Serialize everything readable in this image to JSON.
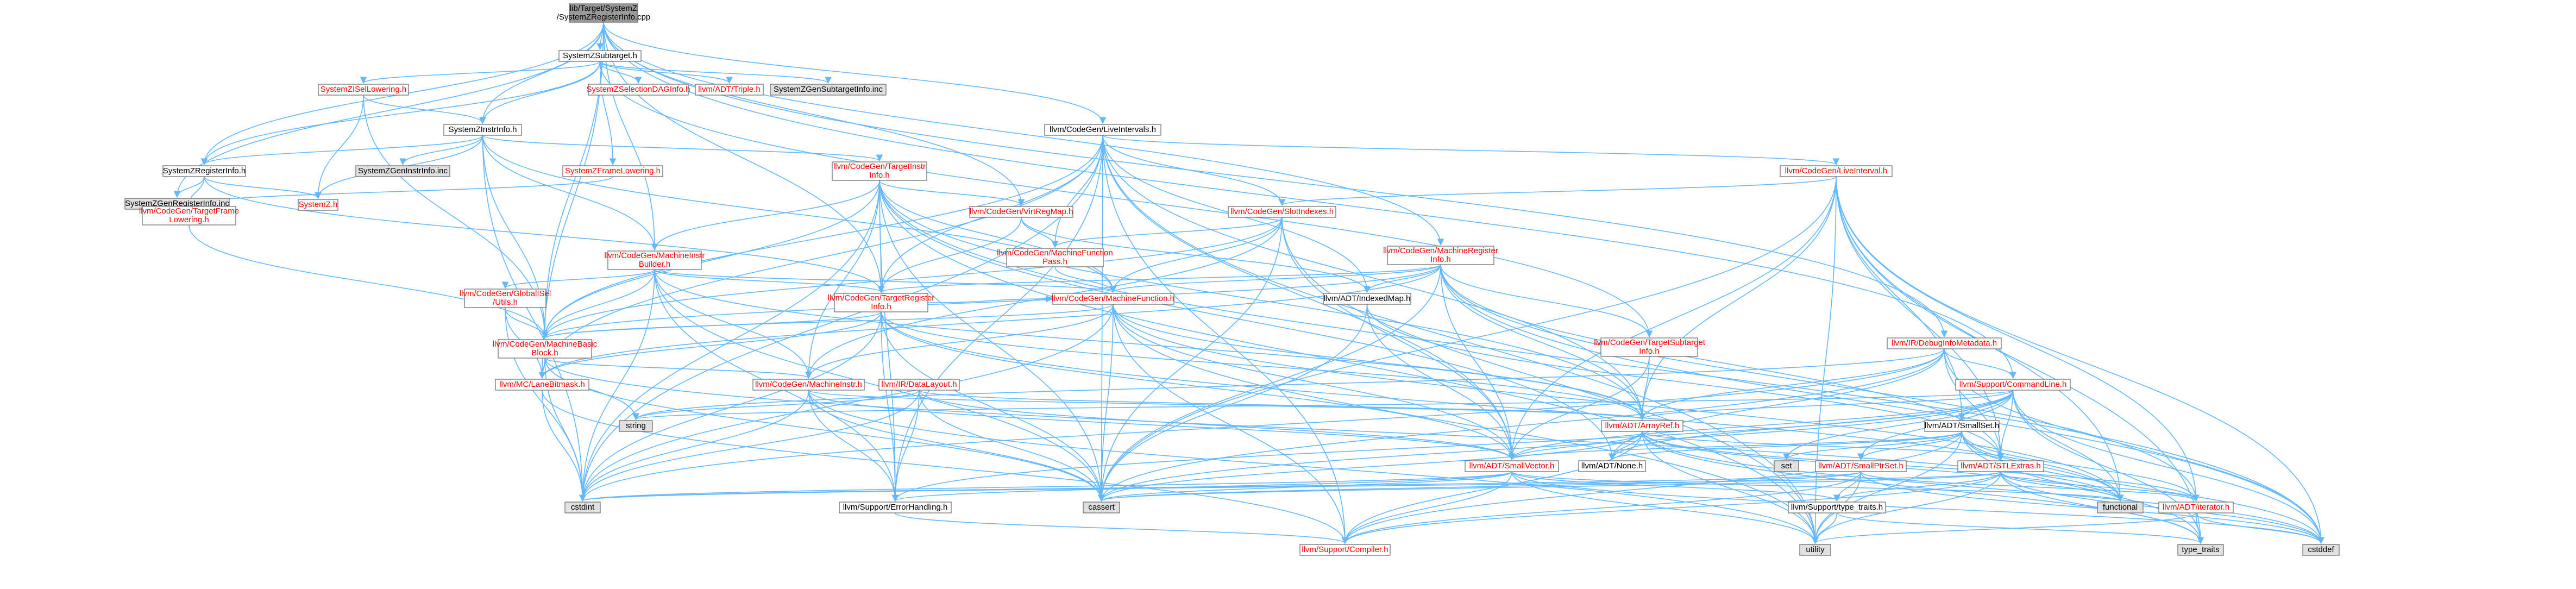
{
  "colors": {
    "edge": "#63b8ff",
    "root_fill": "#999999",
    "node_fill": "#ffffff",
    "grey_fill": "#e0e0e0",
    "red_text": "#ff0000",
    "black_text": "#000000"
  },
  "nodes": [
    {
      "id": "root",
      "lines": [
        "lib/Target/SystemZ",
        "/SystemZRegisterInfo.cpp"
      ],
      "style": "root"
    },
    {
      "id": "subtarget",
      "lines": [
        "SystemZSubtarget.h"
      ],
      "style": "black"
    },
    {
      "id": "isellowering",
      "lines": [
        "SystemZISelLowering.h"
      ],
      "style": "red"
    },
    {
      "id": "selectiondag",
      "lines": [
        "SystemZSelectionDAGInfo.h"
      ],
      "style": "red"
    },
    {
      "id": "triple",
      "lines": [
        "llvm/ADT/Triple.h"
      ],
      "style": "red"
    },
    {
      "id": "gensubtarget",
      "lines": [
        "SystemZGenSubtargetInfo.inc"
      ],
      "style": "grey"
    },
    {
      "id": "instrinfo",
      "lines": [
        "SystemZInstrInfo.h"
      ],
      "style": "black"
    },
    {
      "id": "liveintervals",
      "lines": [
        "llvm/CodeGen/LiveIntervals.h"
      ],
      "style": "black"
    },
    {
      "id": "reginfo",
      "lines": [
        "SystemZRegisterInfo.h"
      ],
      "style": "black"
    },
    {
      "id": "geninstrinfo",
      "lines": [
        "SystemZGenInstrInfo.inc"
      ],
      "style": "grey"
    },
    {
      "id": "framelowering",
      "lines": [
        "SystemZFrameLowering.h"
      ],
      "style": "red"
    },
    {
      "id": "targetinstrinfo",
      "lines": [
        "llvm/CodeGen/TargetInstr",
        "Info.h"
      ],
      "style": "red"
    },
    {
      "id": "liveinterval",
      "lines": [
        "llvm/CodeGen/LiveInterval.h"
      ],
      "style": "red"
    },
    {
      "id": "genreginfo",
      "lines": [
        "SystemZGenRegisterInfo.inc"
      ],
      "style": "grey"
    },
    {
      "id": "targetframe",
      "lines": [
        "llvm/CodeGen/TargetFrame",
        "Lowering.h"
      ],
      "style": "red"
    },
    {
      "id": "systemz",
      "lines": [
        "SystemZ.h"
      ],
      "style": "red"
    },
    {
      "id": "virtregmap",
      "lines": [
        "llvm/CodeGen/VirtRegMap.h"
      ],
      "style": "red"
    },
    {
      "id": "slotindexes",
      "lines": [
        "llvm/CodeGen/SlotIndexes.h"
      ],
      "style": "red"
    },
    {
      "id": "mibuilder",
      "lines": [
        "llvm/CodeGen/MachineInstr",
        "Builder.h"
      ],
      "style": "red"
    },
    {
      "id": "mfpass",
      "lines": [
        "llvm/CodeGen/MachineFunction",
        "Pass.h"
      ],
      "style": "red"
    },
    {
      "id": "mri",
      "lines": [
        "llvm/CodeGen/MachineRegister",
        "Info.h"
      ],
      "style": "red"
    },
    {
      "id": "globalisel",
      "lines": [
        "llvm/CodeGen/GlobalISel",
        "/Utils.h"
      ],
      "style": "red"
    },
    {
      "id": "tri",
      "lines": [
        "llvm/CodeGen/TargetRegister",
        "Info.h"
      ],
      "style": "red"
    },
    {
      "id": "mf",
      "lines": [
        "llvm/CodeGen/MachineFunction.h"
      ],
      "style": "red"
    },
    {
      "id": "indexedmap",
      "lines": [
        "llvm/ADT/IndexedMap.h"
      ],
      "style": "black"
    },
    {
      "id": "tsi",
      "lines": [
        "llvm/CodeGen/TargetSubtarget",
        "Info.h"
      ],
      "style": "red"
    },
    {
      "id": "debuginfo",
      "lines": [
        "llvm/IR/DebugInfoMetadata.h"
      ],
      "style": "red"
    },
    {
      "id": "mbb",
      "lines": [
        "llvm/CodeGen/MachineBasic",
        "Block.h"
      ],
      "style": "red"
    },
    {
      "id": "minstr",
      "lines": [
        "llvm/CodeGen/MachineInstr.h"
      ],
      "style": "red"
    },
    {
      "id": "datalayout",
      "lines": [
        "llvm/IR/DataLayout.h"
      ],
      "style": "red"
    },
    {
      "id": "commandline",
      "lines": [
        "llvm/Support/CommandLine.h"
      ],
      "style": "red"
    },
    {
      "id": "lanebitmask",
      "lines": [
        "llvm/MC/LaneBitmask.h"
      ],
      "style": "red"
    },
    {
      "id": "string",
      "lines": [
        "string"
      ],
      "style": "grey"
    },
    {
      "id": "arrayref",
      "lines": [
        "llvm/ADT/ArrayRef.h"
      ],
      "style": "red"
    },
    {
      "id": "smallset",
      "lines": [
        "llvm/ADT/SmallSet.h"
      ],
      "style": "black"
    },
    {
      "id": "set",
      "lines": [
        "set"
      ],
      "style": "grey"
    },
    {
      "id": "smallvector",
      "lines": [
        "llvm/ADT/SmallVector.h"
      ],
      "style": "red"
    },
    {
      "id": "none",
      "lines": [
        "llvm/ADT/None.h"
      ],
      "style": "black"
    },
    {
      "id": "smallptrset",
      "lines": [
        "llvm/ADT/SmallPtrSet.h"
      ],
      "style": "red"
    },
    {
      "id": "stlextras",
      "lines": [
        "llvm/ADT/STLExtras.h"
      ],
      "style": "red"
    },
    {
      "id": "cstdint",
      "lines": [
        "cstdint"
      ],
      "style": "grey"
    },
    {
      "id": "errorhandling",
      "lines": [
        "llvm/Support/ErrorHandling.h"
      ],
      "style": "black"
    },
    {
      "id": "cassert",
      "lines": [
        "cassert"
      ],
      "style": "grey"
    },
    {
      "id": "typetraitsh",
      "lines": [
        "llvm/Support/type_traits.h"
      ],
      "style": "black"
    },
    {
      "id": "functional",
      "lines": [
        "functional"
      ],
      "style": "grey"
    },
    {
      "id": "iterator",
      "lines": [
        "llvm/ADT/iterator.h"
      ],
      "style": "red"
    },
    {
      "id": "compiler",
      "lines": [
        "llvm/Support/Compiler.h"
      ],
      "style": "red"
    },
    {
      "id": "utility",
      "lines": [
        "utility"
      ],
      "style": "grey"
    },
    {
      "id": "typetraits",
      "lines": [
        "type_traits"
      ],
      "style": "grey"
    },
    {
      "id": "cstddef",
      "lines": [
        "cstddef"
      ],
      "style": "grey"
    }
  ],
  "edges": [
    [
      "root",
      "subtarget"
    ],
    [
      "root",
      "instrinfo"
    ],
    [
      "root",
      "reginfo"
    ],
    [
      "root",
      "genreginfo"
    ],
    [
      "root",
      "liveintervals"
    ],
    [
      "root",
      "mibuilder"
    ],
    [
      "root",
      "virtregmap"
    ],
    [
      "root",
      "mri"
    ],
    [
      "root",
      "tri"
    ],
    [
      "root",
      "mbb"
    ],
    [
      "root",
      "lanebitmask"
    ],
    [
      "root",
      "debuginfo"
    ],
    [
      "root",
      "commandline"
    ],
    [
      "subtarget",
      "isellowering"
    ],
    [
      "subtarget",
      "selectiondag"
    ],
    [
      "subtarget",
      "triple"
    ],
    [
      "subtarget",
      "gensubtarget"
    ],
    [
      "subtarget",
      "instrinfo"
    ],
    [
      "subtarget",
      "framelowering"
    ],
    [
      "subtarget",
      "reginfo"
    ],
    [
      "subtarget",
      "tsi"
    ],
    [
      "isellowering",
      "instrinfo"
    ],
    [
      "isellowering",
      "systemz"
    ],
    [
      "isellowering",
      "mbb"
    ],
    [
      "instrinfo",
      "reginfo"
    ],
    [
      "instrinfo",
      "geninstrinfo"
    ],
    [
      "instrinfo",
      "systemz"
    ],
    [
      "instrinfo",
      "targetinstrinfo"
    ],
    [
      "instrinfo",
      "mibuilder"
    ],
    [
      "instrinfo",
      "mf"
    ],
    [
      "instrinfo",
      "mbb"
    ],
    [
      "instrinfo",
      "cstdint"
    ],
    [
      "reginfo",
      "systemz"
    ],
    [
      "reginfo",
      "genreginfo"
    ],
    [
      "reginfo",
      "targetframe"
    ],
    [
      "reginfo",
      "tri"
    ],
    [
      "framelowering",
      "targetframe"
    ],
    [
      "targetframe",
      "mbb"
    ],
    [
      "liveintervals",
      "liveinterval"
    ],
    [
      "liveintervals",
      "slotindexes"
    ],
    [
      "liveintervals",
      "mfpass"
    ],
    [
      "liveintervals",
      "indexedmap"
    ],
    [
      "liveintervals",
      "mbb"
    ],
    [
      "liveintervals",
      "tri"
    ],
    [
      "liveintervals",
      "lanebitmask"
    ],
    [
      "liveintervals",
      "arrayref"
    ],
    [
      "liveintervals",
      "smallvector"
    ],
    [
      "liveintervals",
      "errorhandling"
    ],
    [
      "liveintervals",
      "compiler"
    ],
    [
      "liveintervals",
      "cassert"
    ],
    [
      "liveintervals",
      "cstdint"
    ],
    [
      "liveintervals",
      "utility"
    ],
    [
      "liveinterval",
      "slotindexes"
    ],
    [
      "liveinterval",
      "smallvector"
    ],
    [
      "liveinterval",
      "stlextras"
    ],
    [
      "liveinterval",
      "iterator"
    ],
    [
      "liveinterval",
      "arrayref"
    ],
    [
      "liveinterval",
      "smallset"
    ],
    [
      "liveinterval",
      "cassert"
    ],
    [
      "liveinterval",
      "cstddef"
    ],
    [
      "liveinterval",
      "functional"
    ],
    [
      "liveinterval",
      "typetraits"
    ],
    [
      "liveinterval",
      "utility"
    ],
    [
      "targetinstrinfo",
      "mf"
    ],
    [
      "targetinstrinfo",
      "mbb"
    ],
    [
      "targetinstrinfo",
      "minstr"
    ],
    [
      "targetinstrinfo",
      "arrayref"
    ],
    [
      "targetinstrinfo",
      "none"
    ],
    [
      "targetinstrinfo",
      "errorhandling"
    ],
    [
      "targetinstrinfo",
      "cassert"
    ],
    [
      "targetinstrinfo",
      "cstddef"
    ],
    [
      "targetinstrinfo",
      "cstdint"
    ],
    [
      "targetinstrinfo",
      "utility"
    ],
    [
      "targetinstrinfo",
      "mibuilder"
    ],
    [
      "targetinstrinfo",
      "virtregmap"
    ],
    [
      "targetinstrinfo",
      "tri"
    ],
    [
      "virtregmap",
      "mfpass"
    ],
    [
      "virtregmap",
      "tri"
    ],
    [
      "virtregmap",
      "indexedmap"
    ],
    [
      "slotindexes",
      "mbb"
    ],
    [
      "slotindexes",
      "mf"
    ],
    [
      "slotindexes",
      "mfpass"
    ],
    [
      "slotindexes",
      "minstr"
    ],
    [
      "slotindexes",
      "smallvector"
    ],
    [
      "slotindexes",
      "cassert"
    ],
    [
      "slotindexes",
      "utility"
    ],
    [
      "mibuilder",
      "mf"
    ],
    [
      "mibuilder",
      "mbb"
    ],
    [
      "mibuilder",
      "minstr"
    ],
    [
      "mibuilder",
      "globalisel"
    ],
    [
      "mibuilder",
      "tri"
    ],
    [
      "mibuilder",
      "arrayref"
    ],
    [
      "mibuilder",
      "errorhandling"
    ],
    [
      "mibuilder",
      "cassert"
    ],
    [
      "mibuilder",
      "cstdint"
    ],
    [
      "mfpass",
      "mf"
    ],
    [
      "mri",
      "tri"
    ],
    [
      "mri",
      "tsi"
    ],
    [
      "mri",
      "mbb"
    ],
    [
      "mri",
      "mf"
    ],
    [
      "mri",
      "indexedmap"
    ],
    [
      "mri",
      "arrayref"
    ],
    [
      "mri",
      "smallvector"
    ],
    [
      "mri",
      "stlextras"
    ],
    [
      "mri",
      "lanebitmask"
    ],
    [
      "mri",
      "cassert"
    ],
    [
      "mri",
      "cstddef"
    ],
    [
      "mri",
      "iterator"
    ],
    [
      "tri",
      "mf"
    ],
    [
      "tri",
      "arrayref"
    ],
    [
      "tri",
      "smallvector"
    ],
    [
      "tri",
      "lanebitmask"
    ],
    [
      "tri",
      "errorhandling"
    ],
    [
      "tri",
      "cassert"
    ],
    [
      "tri",
      "cstdint"
    ],
    [
      "tri",
      "functional"
    ],
    [
      "tri",
      "mbb"
    ],
    [
      "mf",
      "mbb"
    ],
    [
      "mf",
      "minstr"
    ],
    [
      "mf",
      "arrayref"
    ],
    [
      "mf",
      "smallvector"
    ],
    [
      "mf",
      "cassert"
    ],
    [
      "mf",
      "cstdint"
    ],
    [
      "mf",
      "utility"
    ],
    [
      "mf",
      "compiler"
    ],
    [
      "mf",
      "functional"
    ],
    [
      "indexedmap",
      "smallvector"
    ],
    [
      "indexedmap",
      "stlextras"
    ],
    [
      "indexedmap",
      "cassert"
    ],
    [
      "tsi",
      "arrayref"
    ],
    [
      "tsi",
      "smallvector"
    ],
    [
      "tsi",
      "memory"
    ],
    [
      "globalisel",
      "mbb"
    ],
    [
      "globalisel",
      "lanebitmask"
    ],
    [
      "globalisel",
      "cstdint"
    ],
    [
      "debuginfo",
      "arrayref"
    ],
    [
      "debuginfo",
      "none"
    ],
    [
      "debuginfo",
      "stlextras"
    ],
    [
      "debuginfo",
      "commandline"
    ],
    [
      "debuginfo",
      "cassert"
    ],
    [
      "debuginfo",
      "cstddef"
    ],
    [
      "debuginfo",
      "cstdint"
    ],
    [
      "debuginfo",
      "string"
    ],
    [
      "mbb",
      "minstr"
    ],
    [
      "mbb",
      "lanebitmask"
    ],
    [
      "mbb",
      "string"
    ],
    [
      "mbb",
      "cassert"
    ],
    [
      "mbb",
      "cstdint"
    ],
    [
      "mbb",
      "functional"
    ],
    [
      "minstr",
      "arrayref"
    ],
    [
      "minstr",
      "smallvector"
    ],
    [
      "minstr",
      "errorhandling"
    ],
    [
      "minstr",
      "cassert"
    ],
    [
      "minstr",
      "cstdint"
    ],
    [
      "minstr",
      "utility"
    ],
    [
      "datalayout",
      "arrayref"
    ],
    [
      "datalayout",
      "smallvector"
    ],
    [
      "datalayout",
      "errorhandling"
    ],
    [
      "datalayout",
      "cassert"
    ],
    [
      "datalayout",
      "cstdint"
    ],
    [
      "datalayout",
      "string"
    ],
    [
      "commandline",
      "smallptrset"
    ],
    [
      "commandline",
      "stlextras"
    ],
    [
      "commandline",
      "smallvector"
    ],
    [
      "commandline",
      "errorhandling"
    ],
    [
      "commandline",
      "cassert"
    ],
    [
      "commandline",
      "cstddef"
    ],
    [
      "commandline",
      "functional"
    ],
    [
      "commandline",
      "string"
    ],
    [
      "commandline",
      "typetraits"
    ],
    [
      "commandline",
      "set"
    ],
    [
      "commandline",
      "none"
    ],
    [
      "commandline",
      "arrayref"
    ],
    [
      "commandline",
      "smallset"
    ],
    [
      "lanebitmask",
      "compiler"
    ],
    [
      "lanebitmask",
      "cstdint"
    ],
    [
      "arrayref",
      "none"
    ],
    [
      "arrayref",
      "smallvector"
    ],
    [
      "arrayref",
      "stlextras"
    ],
    [
      "arrayref",
      "compiler"
    ],
    [
      "arrayref",
      "cassert"
    ],
    [
      "arrayref",
      "cstddef"
    ],
    [
      "arrayref",
      "functional"
    ],
    [
      "arrayref",
      "iterator"
    ],
    [
      "arrayref",
      "typetraits"
    ],
    [
      "arrayref",
      "utility"
    ],
    [
      "smallset",
      "none"
    ],
    [
      "smallset",
      "smallptrset"
    ],
    [
      "smallset",
      "smallvector"
    ],
    [
      "smallset",
      "compiler"
    ],
    [
      "smallset",
      "cstddef"
    ],
    [
      "smallset",
      "functional"
    ],
    [
      "smallset",
      "set"
    ],
    [
      "smallset",
      "typetraits"
    ],
    [
      "smallset",
      "utility"
    ],
    [
      "smallset",
      "iterator"
    ],
    [
      "smallvector",
      "compiler"
    ],
    [
      "smallvector",
      "typetraitsh"
    ],
    [
      "smallvector",
      "cassert"
    ],
    [
      "smallvector",
      "cstddef"
    ],
    [
      "smallvector",
      "cstdint"
    ],
    [
      "smallvector",
      "functional"
    ],
    [
      "smallvector",
      "utility"
    ],
    [
      "smallvector",
      "errorhandling"
    ],
    [
      "smallptrset",
      "compiler"
    ],
    [
      "smallptrset",
      "typetraitsh"
    ],
    [
      "smallptrset",
      "cassert"
    ],
    [
      "smallptrset",
      "cstddef"
    ],
    [
      "smallptrset",
      "cstdint"
    ],
    [
      "smallptrset",
      "utility"
    ],
    [
      "smallptrset",
      "iterator"
    ],
    [
      "stlextras",
      "iterator"
    ],
    [
      "stlextras",
      "compiler"
    ],
    [
      "stlextras",
      "cassert"
    ],
    [
      "stlextras",
      "cstddef"
    ],
    [
      "stlextras",
      "cstdint"
    ],
    [
      "stlextras",
      "functional"
    ],
    [
      "stlextras",
      "typetraits"
    ],
    [
      "stlextras",
      "utility"
    ],
    [
      "stlextras",
      "typetraitsh"
    ],
    [
      "errorhandling",
      "compiler"
    ],
    [
      "typetraitsh",
      "utility"
    ],
    [
      "typetraitsh",
      "typetraits"
    ],
    [
      "iterator",
      "cstddef"
    ],
    [
      "iterator",
      "typetraits"
    ],
    [
      "iterator",
      "utility"
    ]
  ]
}
